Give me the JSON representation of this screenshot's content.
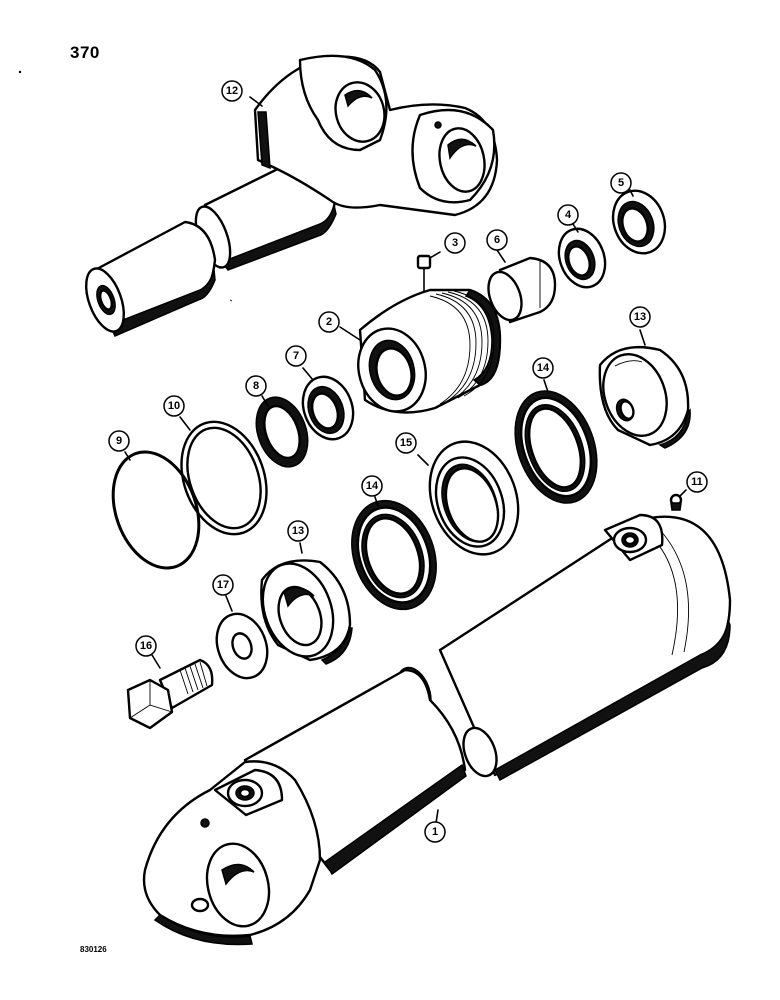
{
  "page_number": "370",
  "reference_code": "830126",
  "callouts": [
    {
      "id": "c12",
      "label": "12"
    },
    {
      "id": "c3",
      "label": "3"
    },
    {
      "id": "c5",
      "label": "5"
    },
    {
      "id": "c4",
      "label": "4"
    },
    {
      "id": "c6",
      "label": "6"
    },
    {
      "id": "c2",
      "label": "2"
    },
    {
      "id": "c13a",
      "label": "13"
    },
    {
      "id": "c7",
      "label": "7"
    },
    {
      "id": "c8",
      "label": "8"
    },
    {
      "id": "c14a",
      "label": "14"
    },
    {
      "id": "c10",
      "label": "10"
    },
    {
      "id": "c9",
      "label": "9"
    },
    {
      "id": "c15",
      "label": "15"
    },
    {
      "id": "c14b",
      "label": "14"
    },
    {
      "id": "c11",
      "label": "11"
    },
    {
      "id": "c13b",
      "label": "13"
    },
    {
      "id": "c17",
      "label": "17"
    },
    {
      "id": "c16",
      "label": "16"
    },
    {
      "id": "c1",
      "label": "1"
    }
  ]
}
